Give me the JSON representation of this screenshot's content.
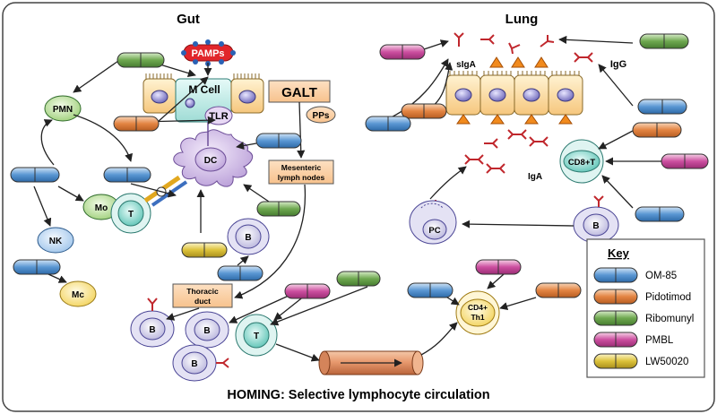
{
  "headers": {
    "gut": "Gut",
    "lung": "Lung",
    "homing": "HOMING: Selective lymphocyte circulation"
  },
  "labels": {
    "pamps": "PAMPs",
    "m_cell": "M Cell",
    "galt": "GALT",
    "pps": "PPs",
    "tlr": "TLR",
    "dc": "DC",
    "pmn": "PMN",
    "mo": "Mo",
    "nk": "NK",
    "mc": "Mc",
    "t": "T",
    "b": "B",
    "mesenteric_line1": "Mesenteric",
    "mesenteric_line2": "lymph nodes",
    "thoracic_line1": "Thoracic",
    "thoracic_line2": "duct",
    "siga": "sIgA",
    "igg": "IgG",
    "iga": "IgA",
    "cd8t": "CD8+T",
    "pc": "PC",
    "cd4_line1": "CD4+",
    "cd4_line2": "Th1"
  },
  "key": {
    "title": "Key",
    "items": [
      {
        "label": "OM-85",
        "color": "#4f8fcf"
      },
      {
        "label": "Pidotimod",
        "color": "#e38442"
      },
      {
        "label": "Ribomunyl",
        "color": "#6ea84f"
      },
      {
        "label": "PMBL",
        "color": "#cc4fa0"
      },
      {
        "label": "LW50020",
        "color": "#dcc23a"
      }
    ]
  }
}
